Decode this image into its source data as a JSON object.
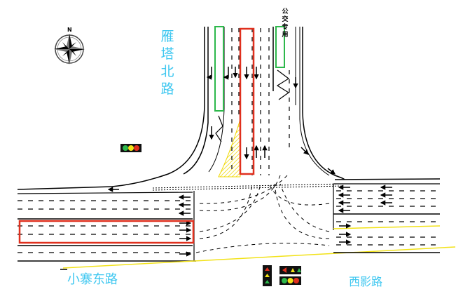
{
  "roads": {
    "north": "雁塔北路",
    "west": "小寨东路",
    "east": "西影路"
  },
  "bus_lane_text": "公交专用",
  "compass": {
    "north_letter": "N"
  },
  "colors": {
    "road_label": "#3ec7f0",
    "highlight_box": "#e0301e",
    "median_green": "#2db84b",
    "yellow_line": "#f2e218",
    "hatch": "#f0d800",
    "lines": "#000000"
  },
  "signals": {
    "north_approach": [
      "green",
      "yellow",
      "red"
    ],
    "south_phase_arrows": [
      "red",
      "yellow",
      "green"
    ],
    "south_phase_lights": [
      "green",
      "yellow",
      "red"
    ]
  },
  "highlights": [
    "north-approach-lane",
    "west-approach-lane"
  ]
}
